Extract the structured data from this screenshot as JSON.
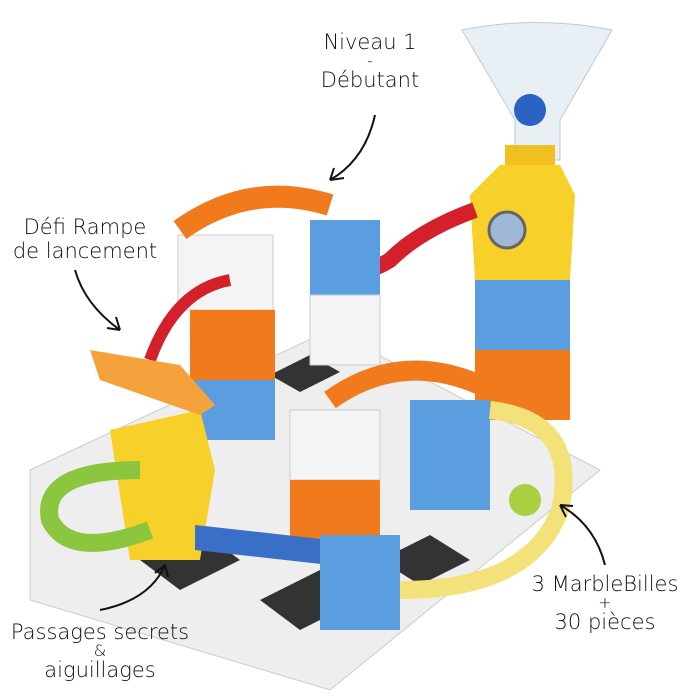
{
  "labels": {
    "level": {
      "line1": "Niveau 1",
      "sep": "-",
      "line2": "Débutant"
    },
    "ramp": {
      "line1": "Défi Rampe",
      "line2": "de lancement"
    },
    "passages": {
      "line1": "Passages secrets",
      "sep": "&",
      "line2": "aiguillages"
    },
    "contents": {
      "line1": "3 MarbleBilles",
      "sep": "+",
      "line2": "30 pièces"
    }
  },
  "colors": {
    "blue": "#5a9ee0",
    "orange": "#f07a1c",
    "yellow": "#f7d02a",
    "red": "#d3202a",
    "white": "#f4f4f4",
    "green": "#8cc63f",
    "purple": "#8a3a8c"
  }
}
